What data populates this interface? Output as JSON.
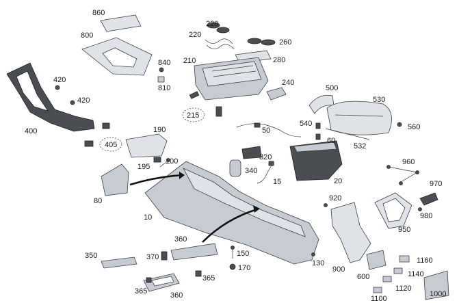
{
  "diagram": {
    "labels": [
      {
        "id": "860",
        "text": "860"
      },
      {
        "id": "800",
        "text": "800"
      },
      {
        "id": "220a",
        "text": "220"
      },
      {
        "id": "220b",
        "text": "220"
      },
      {
        "id": "260",
        "text": "260"
      },
      {
        "id": "280",
        "text": "280"
      },
      {
        "id": "210",
        "text": "210"
      },
      {
        "id": "840",
        "text": "840"
      },
      {
        "id": "810",
        "text": "810"
      },
      {
        "id": "240",
        "text": "240"
      },
      {
        "id": "420a",
        "text": "420"
      },
      {
        "id": "420b",
        "text": "420"
      },
      {
        "id": "400",
        "text": "400"
      },
      {
        "id": "500",
        "text": "500"
      },
      {
        "id": "530",
        "text": "530"
      },
      {
        "id": "215",
        "text": "215"
      },
      {
        "id": "190",
        "text": "190"
      },
      {
        "id": "50",
        "text": "50"
      },
      {
        "id": "540",
        "text": "540"
      },
      {
        "id": "560",
        "text": "560"
      },
      {
        "id": "405",
        "text": "405"
      },
      {
        "id": "60",
        "text": "60"
      },
      {
        "id": "532",
        "text": "532"
      },
      {
        "id": "320",
        "text": "320"
      },
      {
        "id": "195",
        "text": "195"
      },
      {
        "id": "100",
        "text": "100"
      },
      {
        "id": "340",
        "text": "340"
      },
      {
        "id": "960",
        "text": "960"
      },
      {
        "id": "15",
        "text": "15"
      },
      {
        "id": "20",
        "text": "20"
      },
      {
        "id": "970",
        "text": "970"
      },
      {
        "id": "80",
        "text": "80"
      },
      {
        "id": "920",
        "text": "920"
      },
      {
        "id": "10",
        "text": "10"
      },
      {
        "id": "980",
        "text": "980"
      },
      {
        "id": "950",
        "text": "950"
      },
      {
        "id": "360a",
        "text": "360"
      },
      {
        "id": "350",
        "text": "350"
      },
      {
        "id": "370",
        "text": "370"
      },
      {
        "id": "150",
        "text": "150"
      },
      {
        "id": "130",
        "text": "130"
      },
      {
        "id": "900",
        "text": "900"
      },
      {
        "id": "170",
        "text": "170"
      },
      {
        "id": "1160",
        "text": "1160"
      },
      {
        "id": "365a",
        "text": "365"
      },
      {
        "id": "600",
        "text": "600"
      },
      {
        "id": "1140",
        "text": "1140"
      },
      {
        "id": "1120",
        "text": "1120"
      },
      {
        "id": "365b",
        "text": "365"
      },
      {
        "id": "360b",
        "text": "360"
      },
      {
        "id": "1000",
        "text": "1000"
      },
      {
        "id": "1100",
        "text": "1100"
      }
    ],
    "colors": {
      "part": "#c7ccd3",
      "part_light": "#dfe3e8",
      "part_dark": "#4a4d52",
      "outline": "#3c3f44"
    }
  }
}
